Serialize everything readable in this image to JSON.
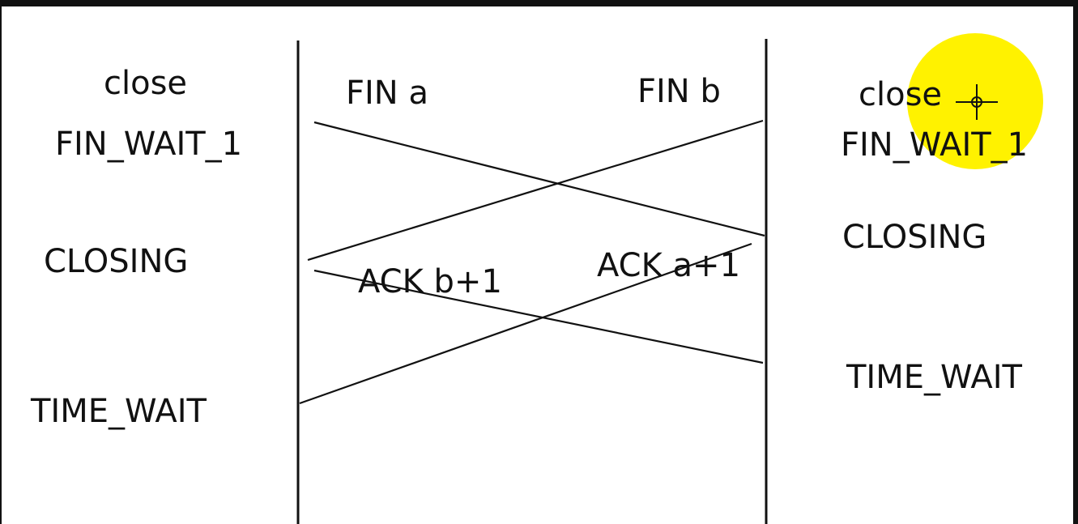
{
  "diagram": {
    "left_states": {
      "close": "close",
      "fin_wait_1": "FIN_WAIT_1",
      "closing": "CLOSING",
      "time_wait": "TIME_WAIT"
    },
    "right_states": {
      "close": "close",
      "fin_wait_1": "FIN_WAIT_1",
      "closing": "CLOSING",
      "time_wait": "TIME_WAIT"
    },
    "messages": {
      "fin_a": "FIN  a",
      "fin_b": "FIN  b",
      "ack_b": "ACK b+1",
      "ack_a": "ACK a+1"
    },
    "highlight_color": "#ffff00",
    "cursor_icon": "crosshair-icon"
  }
}
